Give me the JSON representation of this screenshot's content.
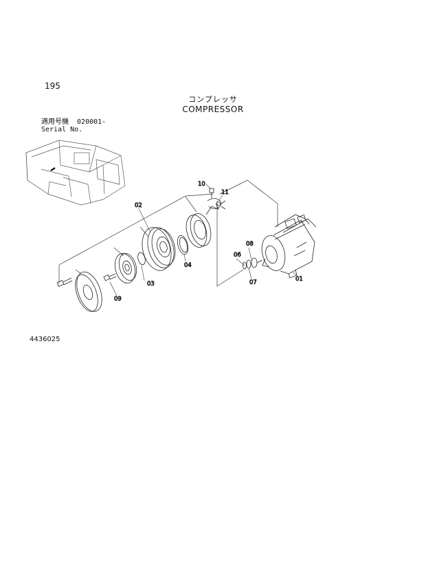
{
  "header": {
    "page_number": "195",
    "title_jp": "コンプレッサ",
    "title_en": "COMPRESSOR"
  },
  "serial": {
    "label_jp": "適用号機",
    "range": "020001-",
    "label_en": "Serial No."
  },
  "diagram": {
    "callouts": {
      "c01": "01",
      "c02": "02",
      "c03": "03",
      "c04": "04",
      "c06": "06",
      "c07": "07",
      "c08": "08",
      "c09": "09",
      "c10": "10",
      "c11": "11"
    }
  },
  "footer": {
    "doc_number": "4436025"
  }
}
